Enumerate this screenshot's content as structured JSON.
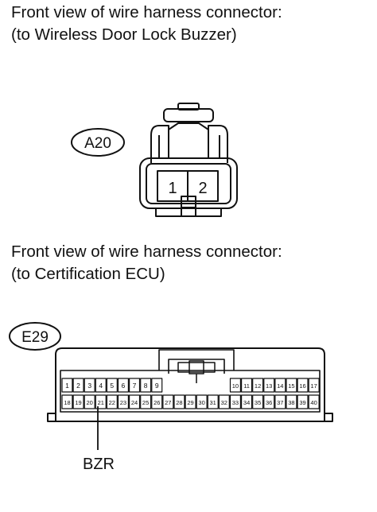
{
  "connector_a": {
    "caption_line1": "Front view of wire harness connector:",
    "caption_line2": "(to Wireless Door Lock Buzzer)",
    "id_label": "A20",
    "pins": [
      "1",
      "2"
    ]
  },
  "connector_e": {
    "caption_line1": "Front view of wire harness connector:",
    "caption_line2": "(to Certification ECU)",
    "id_label": "E29",
    "top_row_left": [
      "1",
      "2",
      "3",
      "4",
      "5",
      "6",
      "7",
      "8",
      "9"
    ],
    "top_row_right": [
      "10",
      "11",
      "12",
      "13",
      "14",
      "15",
      "16",
      "17"
    ],
    "bottom_row": [
      "18",
      "19",
      "20",
      "21",
      "22",
      "23",
      "24",
      "25",
      "26",
      "27",
      "28",
      "29",
      "30",
      "31",
      "32",
      "33",
      "34",
      "35",
      "36",
      "37",
      "38",
      "39",
      "40"
    ],
    "terminal_label": "BZR",
    "terminal_pin": "21"
  }
}
